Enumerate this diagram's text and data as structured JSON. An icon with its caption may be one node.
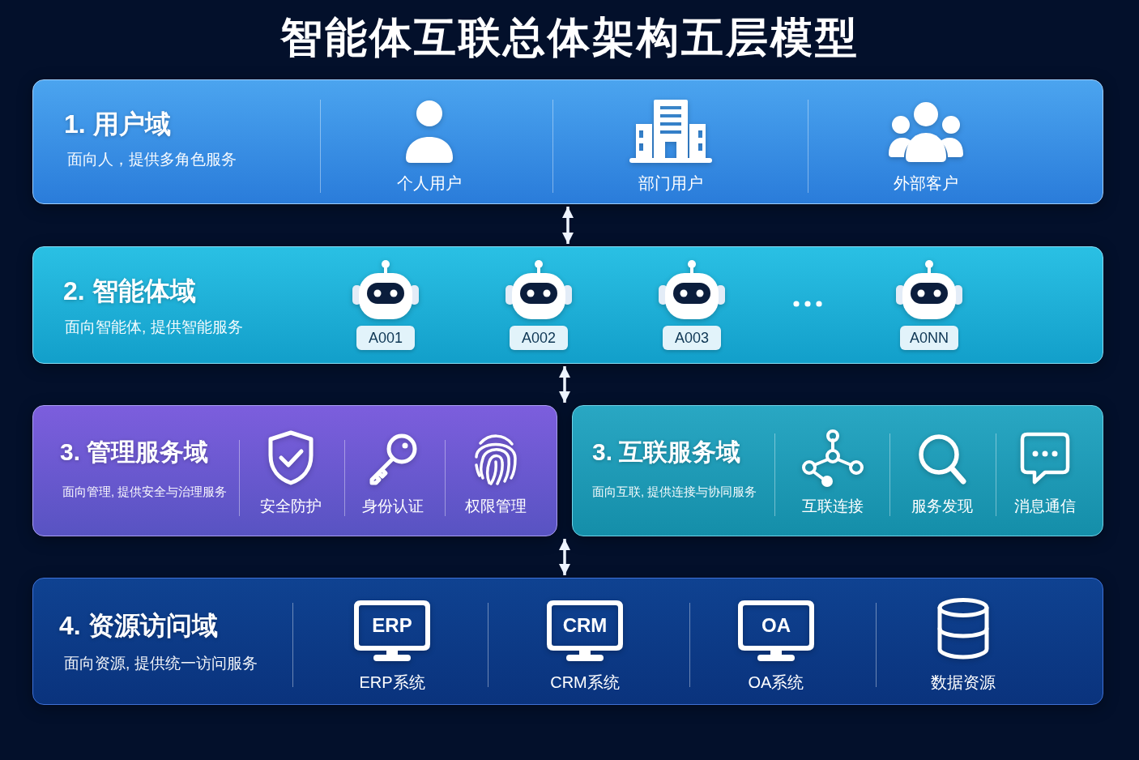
{
  "diagram": {
    "title": "智能体互联总体架构五层模型",
    "nodes": [
      {
        "text": [
          "1. 用户域",
          "面向人，提供多角色服务"
        ]
      },
      {
        "text": [
          "2. 智能体域",
          "面向智能体, 提供智能服务"
        ]
      },
      {
        "text": [
          "A001"
        ],
        "in": 1
      },
      {
        "text": [
          "A002"
        ],
        "in": 1
      },
      {
        "text": [
          "A003"
        ],
        "in": 1
      },
      {
        "text": [
          "A0NN"
        ],
        "in": 1
      },
      {
        "text": [
          "3. 管理服务域",
          "面向管理, 提供安全与治理服务"
        ]
      },
      {
        "text": [
          "3. 互联服务域",
          "面向互联, 提供连接与协同服务"
        ]
      },
      {
        "text": [
          "4. 资源访问域",
          "面向资源, 提供统一访问服务"
        ]
      },
      {
        "text": [
          "ERP"
        ],
        "in": 8,
        "beside": [
          "ERP系统"
        ]
      },
      {
        "text": [
          "CRM"
        ],
        "in": 8,
        "beside": [
          "CRM系统"
        ]
      },
      {
        "text": [
          "OA"
        ],
        "in": 8,
        "beside": [
          "OA系统"
        ]
      }
    ],
    "edges": [
      {
        "from": 0,
        "to": 1,
        "arrow": "both"
      },
      {
        "from": 1,
        "to": 6,
        "arrow": "both"
      },
      {
        "from": 1,
        "to": 7,
        "arrow": "both"
      },
      {
        "from": 6,
        "to": 8,
        "arrow": "both"
      },
      {
        "from": 7,
        "to": 8,
        "arrow": "both"
      }
    ],
    "labels": [
      "个人用户",
      "部门用户",
      "外部客户",
      "安全防护",
      "身份认证",
      "权限管理",
      "互联连接",
      "服务发现",
      "消息通信",
      "数据资源"
    ]
  }
}
